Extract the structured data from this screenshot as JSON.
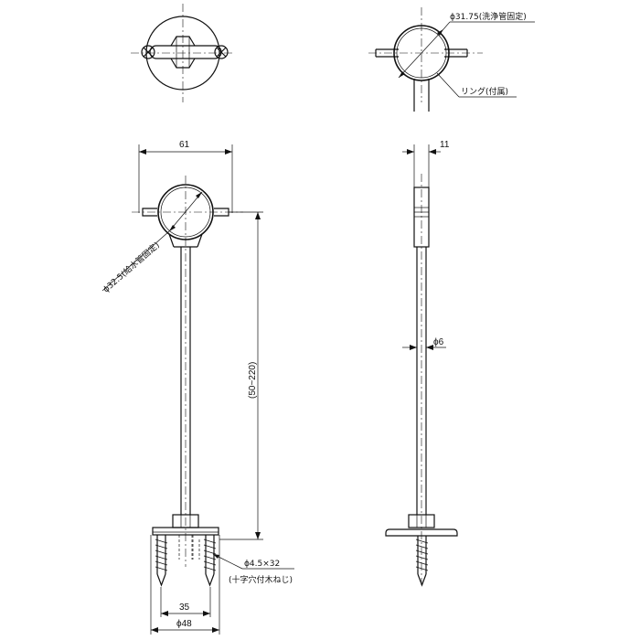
{
  "dimensions": {
    "width_61": "61",
    "width_11": "11",
    "ring_dia_flush": "ϕ31.75(洗浄管固定)",
    "ring_note": "リング(付属)",
    "ring_dia_supply": "ϕ32.5(給水管固定)",
    "rod_dia": "ϕ6",
    "height_range": "(50~220)",
    "screw_size": "ϕ4.5×32",
    "screw_note": "(十字穴付木ねじ)",
    "width_35": "35",
    "base_dia": "ϕ48"
  }
}
